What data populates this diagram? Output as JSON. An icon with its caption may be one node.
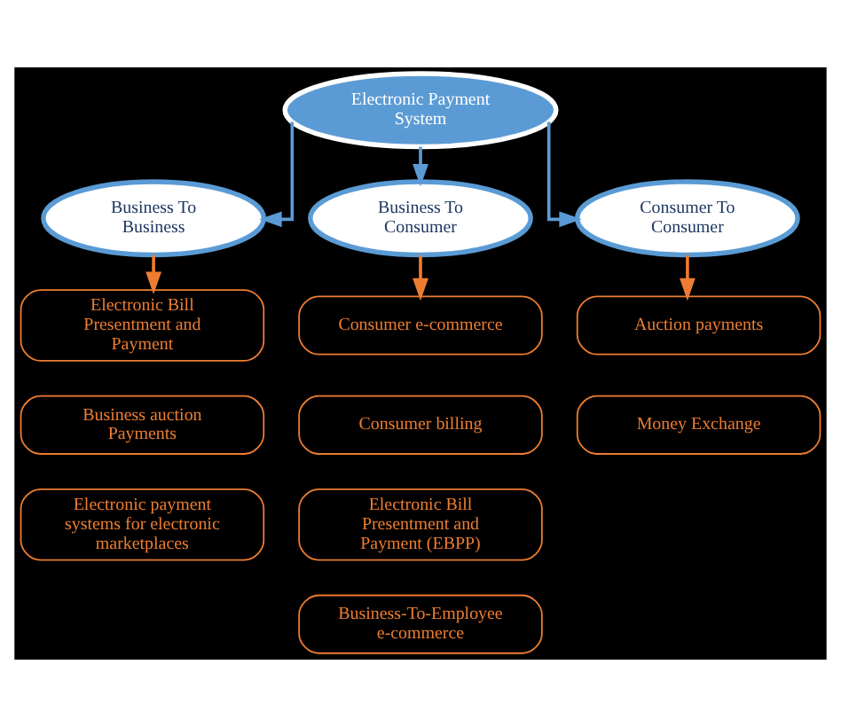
{
  "diagram": {
    "nodes": [
      {
        "text": [
          "Electronic Payment System"
        ]
      },
      {
        "text": [
          "Business To Business"
        ]
      },
      {
        "text": [
          "Business To Consumer"
        ]
      },
      {
        "text": [
          "Consumer To Consumer"
        ]
      },
      {
        "text": [
          "Electronic Bill Presentment and Payment"
        ]
      },
      {
        "text": [
          "Business auction Payments"
        ]
      },
      {
        "text": [
          "Electronic payment systems for electronic marketplaces"
        ]
      },
      {
        "text": [
          "Consumer e-commerce"
        ]
      },
      {
        "text": [
          "Consumer billing"
        ]
      },
      {
        "text": [
          "Electronic Bill Presentment and Payment (EBPP)"
        ]
      },
      {
        "text": [
          "Business-To-Employee e-commerce"
        ]
      },
      {
        "text": [
          "Auction payments"
        ]
      },
      {
        "text": [
          "Money Exchange"
        ]
      }
    ],
    "edges": [
      {
        "from": 0,
        "to": 1,
        "arrow": "to",
        "color": "#5b9bd5"
      },
      {
        "from": 0,
        "to": 2,
        "arrow": "to",
        "color": "#5b9bd5"
      },
      {
        "from": 0,
        "to": 3,
        "arrow": "to",
        "color": "#5b9bd5"
      },
      {
        "from": 1,
        "to": 4,
        "arrow": "to",
        "color": "#ed7d31"
      },
      {
        "from": 2,
        "to": 7,
        "arrow": "to",
        "color": "#ed7d31"
      },
      {
        "from": 3,
        "to": 11,
        "arrow": "to",
        "color": "#ed7d31"
      }
    ]
  }
}
